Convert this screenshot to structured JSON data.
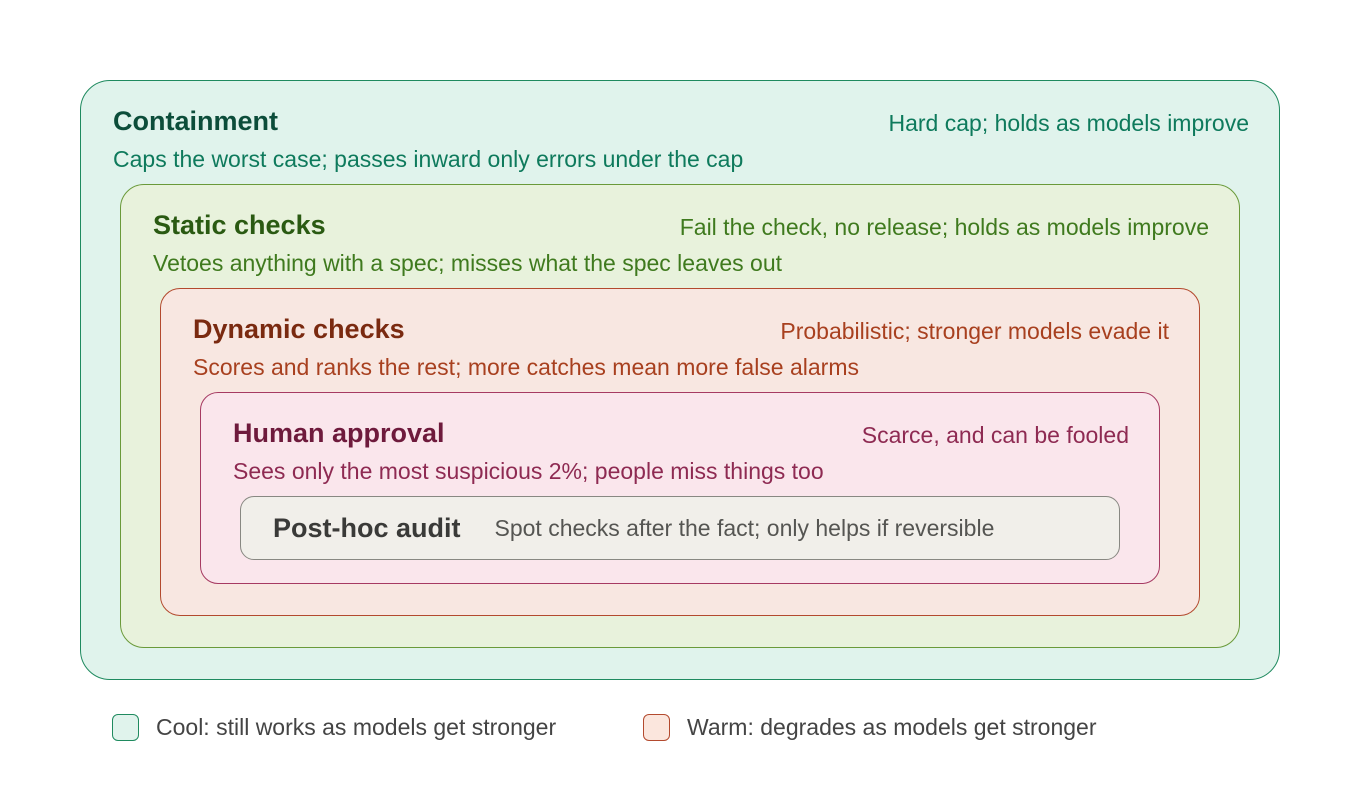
{
  "layers": {
    "containment": {
      "title": "Containment",
      "description": "Caps the worst case; passes inward only errors under the cap",
      "tag": "Hard cap; holds as models improve",
      "fill": "#e0f3ec",
      "stroke": "#1f8a5f",
      "title_color": "#0c4d3a",
      "text_color": "#0e7a5c"
    },
    "static_checks": {
      "title": "Static checks",
      "description": "Vetoes anything with a spec; misses what the spec leaves out",
      "tag": "Fail the check, no release; holds as models improve",
      "fill": "#e8f2dc",
      "stroke": "#6a9a3a",
      "title_color": "#2a5a12",
      "text_color": "#3f7a1e"
    },
    "dynamic_checks": {
      "title": "Dynamic checks",
      "description": "Scores and ranks the rest; more catches mean more false alarms",
      "tag": "Probabilistic; stronger models evade it",
      "fill": "#f8e7e1",
      "stroke": "#b34a2e",
      "title_color": "#7a2a10",
      "text_color": "#a8401f"
    },
    "human_approval": {
      "title": "Human approval",
      "description": "Sees only the most suspicious 2%; people miss things too",
      "tag": "Scarce, and can be fooled",
      "fill": "#fae6ec",
      "stroke": "#a63a62",
      "title_color": "#6e1a3c",
      "text_color": "#8e2a52"
    },
    "post_hoc_audit": {
      "title": "Post-hoc audit",
      "description": "Spot checks after the fact; only helps if reversible",
      "fill": "#f1efea",
      "stroke": "#888882",
      "title_color": "#3a3a38",
      "text_color": "#555552"
    }
  },
  "legend": {
    "cool": {
      "label": "Cool: still works as models get stronger",
      "fill": "#e0f3ec",
      "stroke": "#1f8a5f"
    },
    "warm": {
      "label": "Warm: degrades as models get stronger",
      "fill": "#fbe6dd",
      "stroke": "#b34a2e"
    }
  }
}
